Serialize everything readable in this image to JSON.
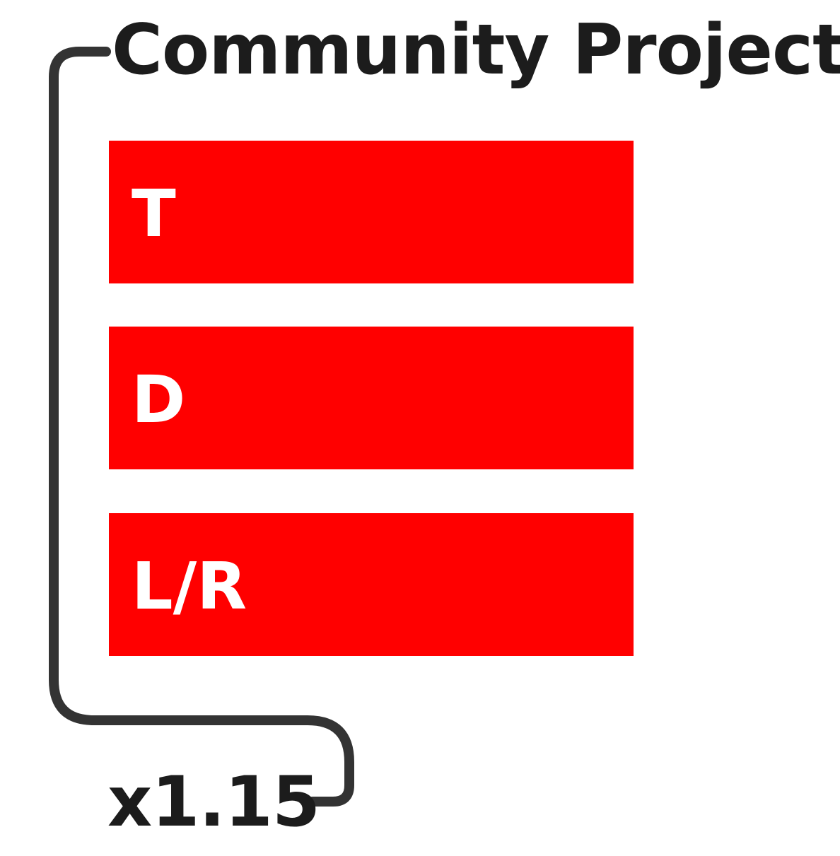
{
  "group": {
    "title": "Community Project",
    "multiplier": "x1.15",
    "bracket_color": "#333333",
    "text_color": "#1c1c1c"
  },
  "blocks": [
    {
      "label": "T",
      "color": "#ff0000"
    },
    {
      "label": "D",
      "color": "#ff0000"
    },
    {
      "label": "L/R",
      "color": "#ff0000"
    }
  ]
}
